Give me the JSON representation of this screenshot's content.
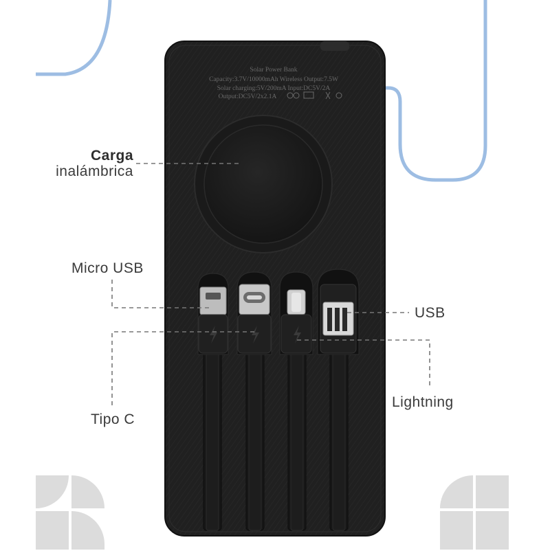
{
  "labels": {
    "wireless_bold": "Carga",
    "wireless_rest": "inalámbrica",
    "micro_usb": "Micro USB",
    "usb": "USB",
    "lightning": "Lightning",
    "type_c": "Tipo C"
  },
  "device_print": {
    "title": "Solar Power Bank",
    "line1": "Capacity:3.7V/10000mAh Wireless Output:7.5W",
    "line2": "Solar charging:5V/200mA  Input:DC5V/2A",
    "line3": "Output:DC5V/2x2.1A"
  },
  "colors": {
    "accent_line": "#9dbde3",
    "device_body": "#1f1f1f",
    "label_text": "#3a3a3a",
    "decor_gray": "#dcdcdc"
  }
}
